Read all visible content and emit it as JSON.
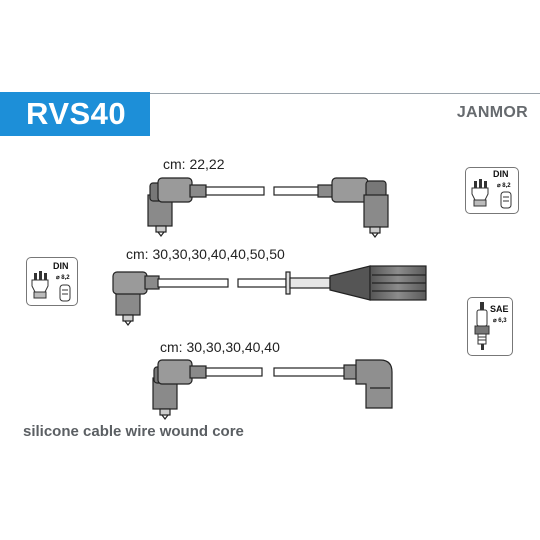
{
  "header": {
    "code": "RVS40",
    "brand": "JANMOR",
    "accent": "#1d8fd8"
  },
  "cables": [
    {
      "label": "cm: 22,22"
    },
    {
      "label": "cm: 30,30,30,40,40,50,50"
    },
    {
      "label": "cm: 30,30,30,40,40"
    }
  ],
  "icons": {
    "din_right": {
      "standard": "DIN",
      "size": "⌀ 8,2"
    },
    "din_left": {
      "standard": "DIN",
      "size": "⌀ 8,2"
    },
    "sae": {
      "standard": "SAE",
      "size": "⌀ 6,3"
    }
  },
  "footer": {
    "text": "silicone cable wire wound core"
  }
}
